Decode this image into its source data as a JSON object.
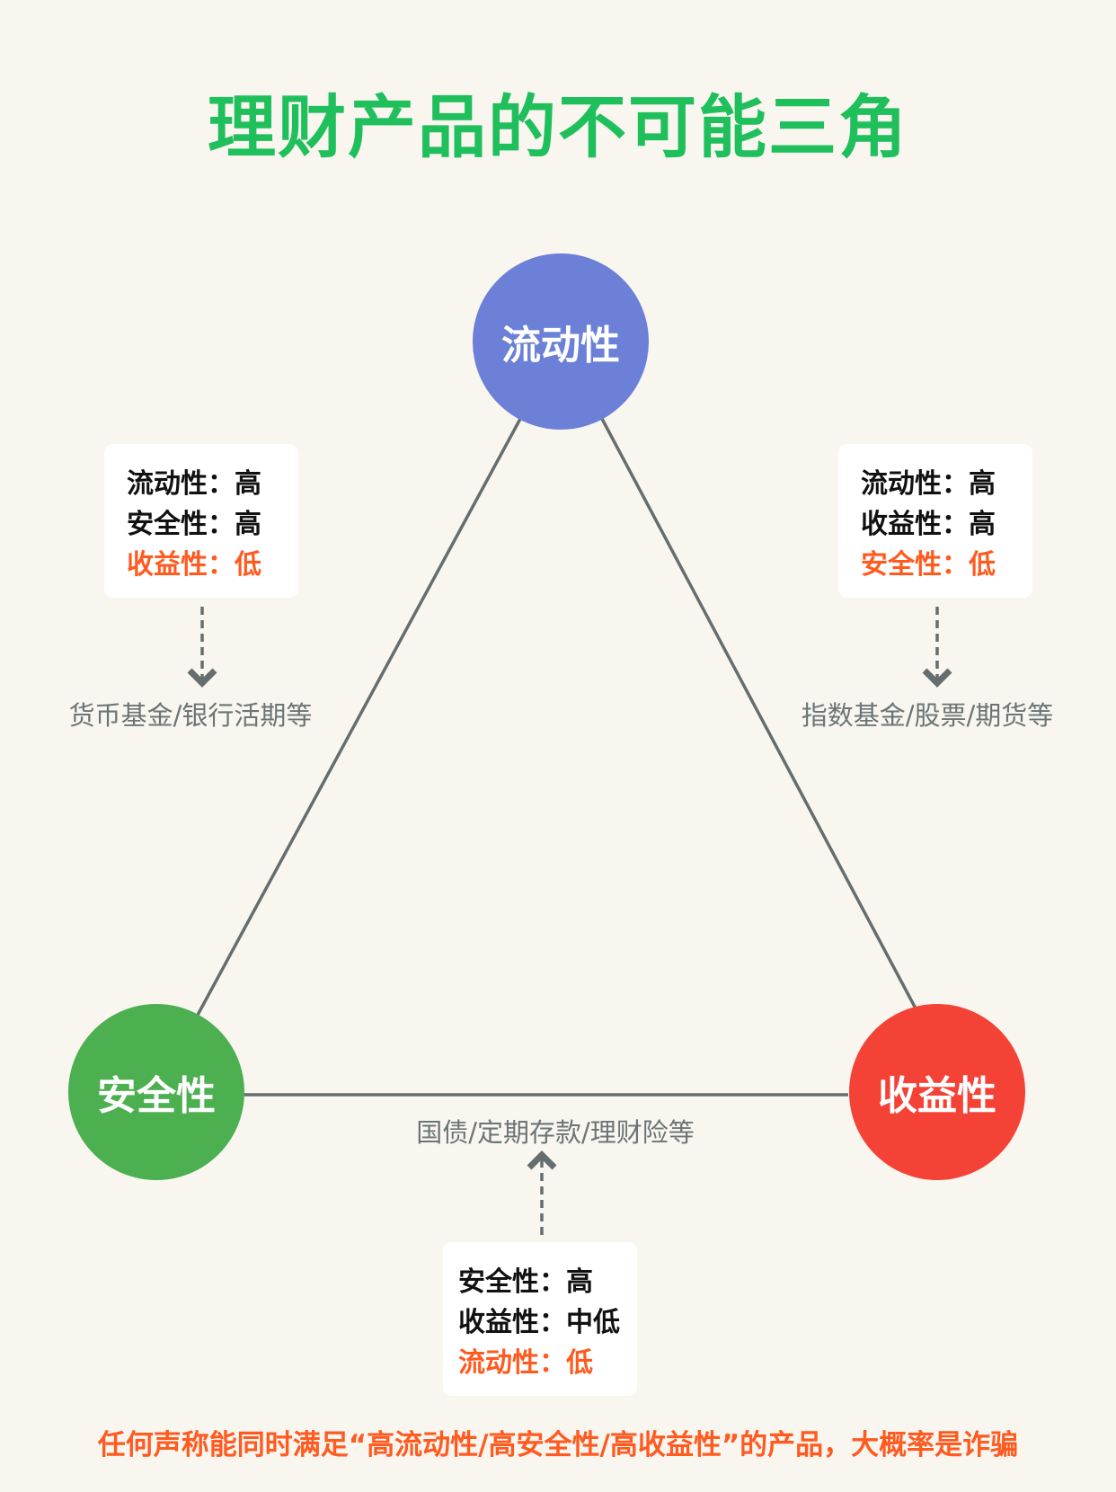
{
  "title": "理财产品的不可能三角",
  "nodes": {
    "liquidity": {
      "label": "流动性",
      "color": "#6b80d6"
    },
    "safety": {
      "label": "安全性",
      "color": "#4caf50"
    },
    "return": {
      "label": "收益性",
      "color": "#f44336"
    }
  },
  "left_box": {
    "lines": [
      "流动性：高",
      "安全性：高",
      "收益性：低"
    ],
    "example": "货币基金/银行活期等"
  },
  "right_box": {
    "lines": [
      "流动性：高",
      "收益性：高",
      "安全性：低"
    ],
    "example": "指数基金/股票/期货等"
  },
  "bottom_box": {
    "lines": [
      "安全性：高",
      "收益性：中低",
      "流动性：低"
    ],
    "example": "国债/定期存款/理财险等"
  },
  "footer": "任何声称能同时满足“高流动性/高安全性/高收益性”的产品，大概率是诈骗",
  "colors": {
    "title": "#1fbf5c",
    "warning": "#ff5a1f",
    "line": "#646e6e"
  }
}
